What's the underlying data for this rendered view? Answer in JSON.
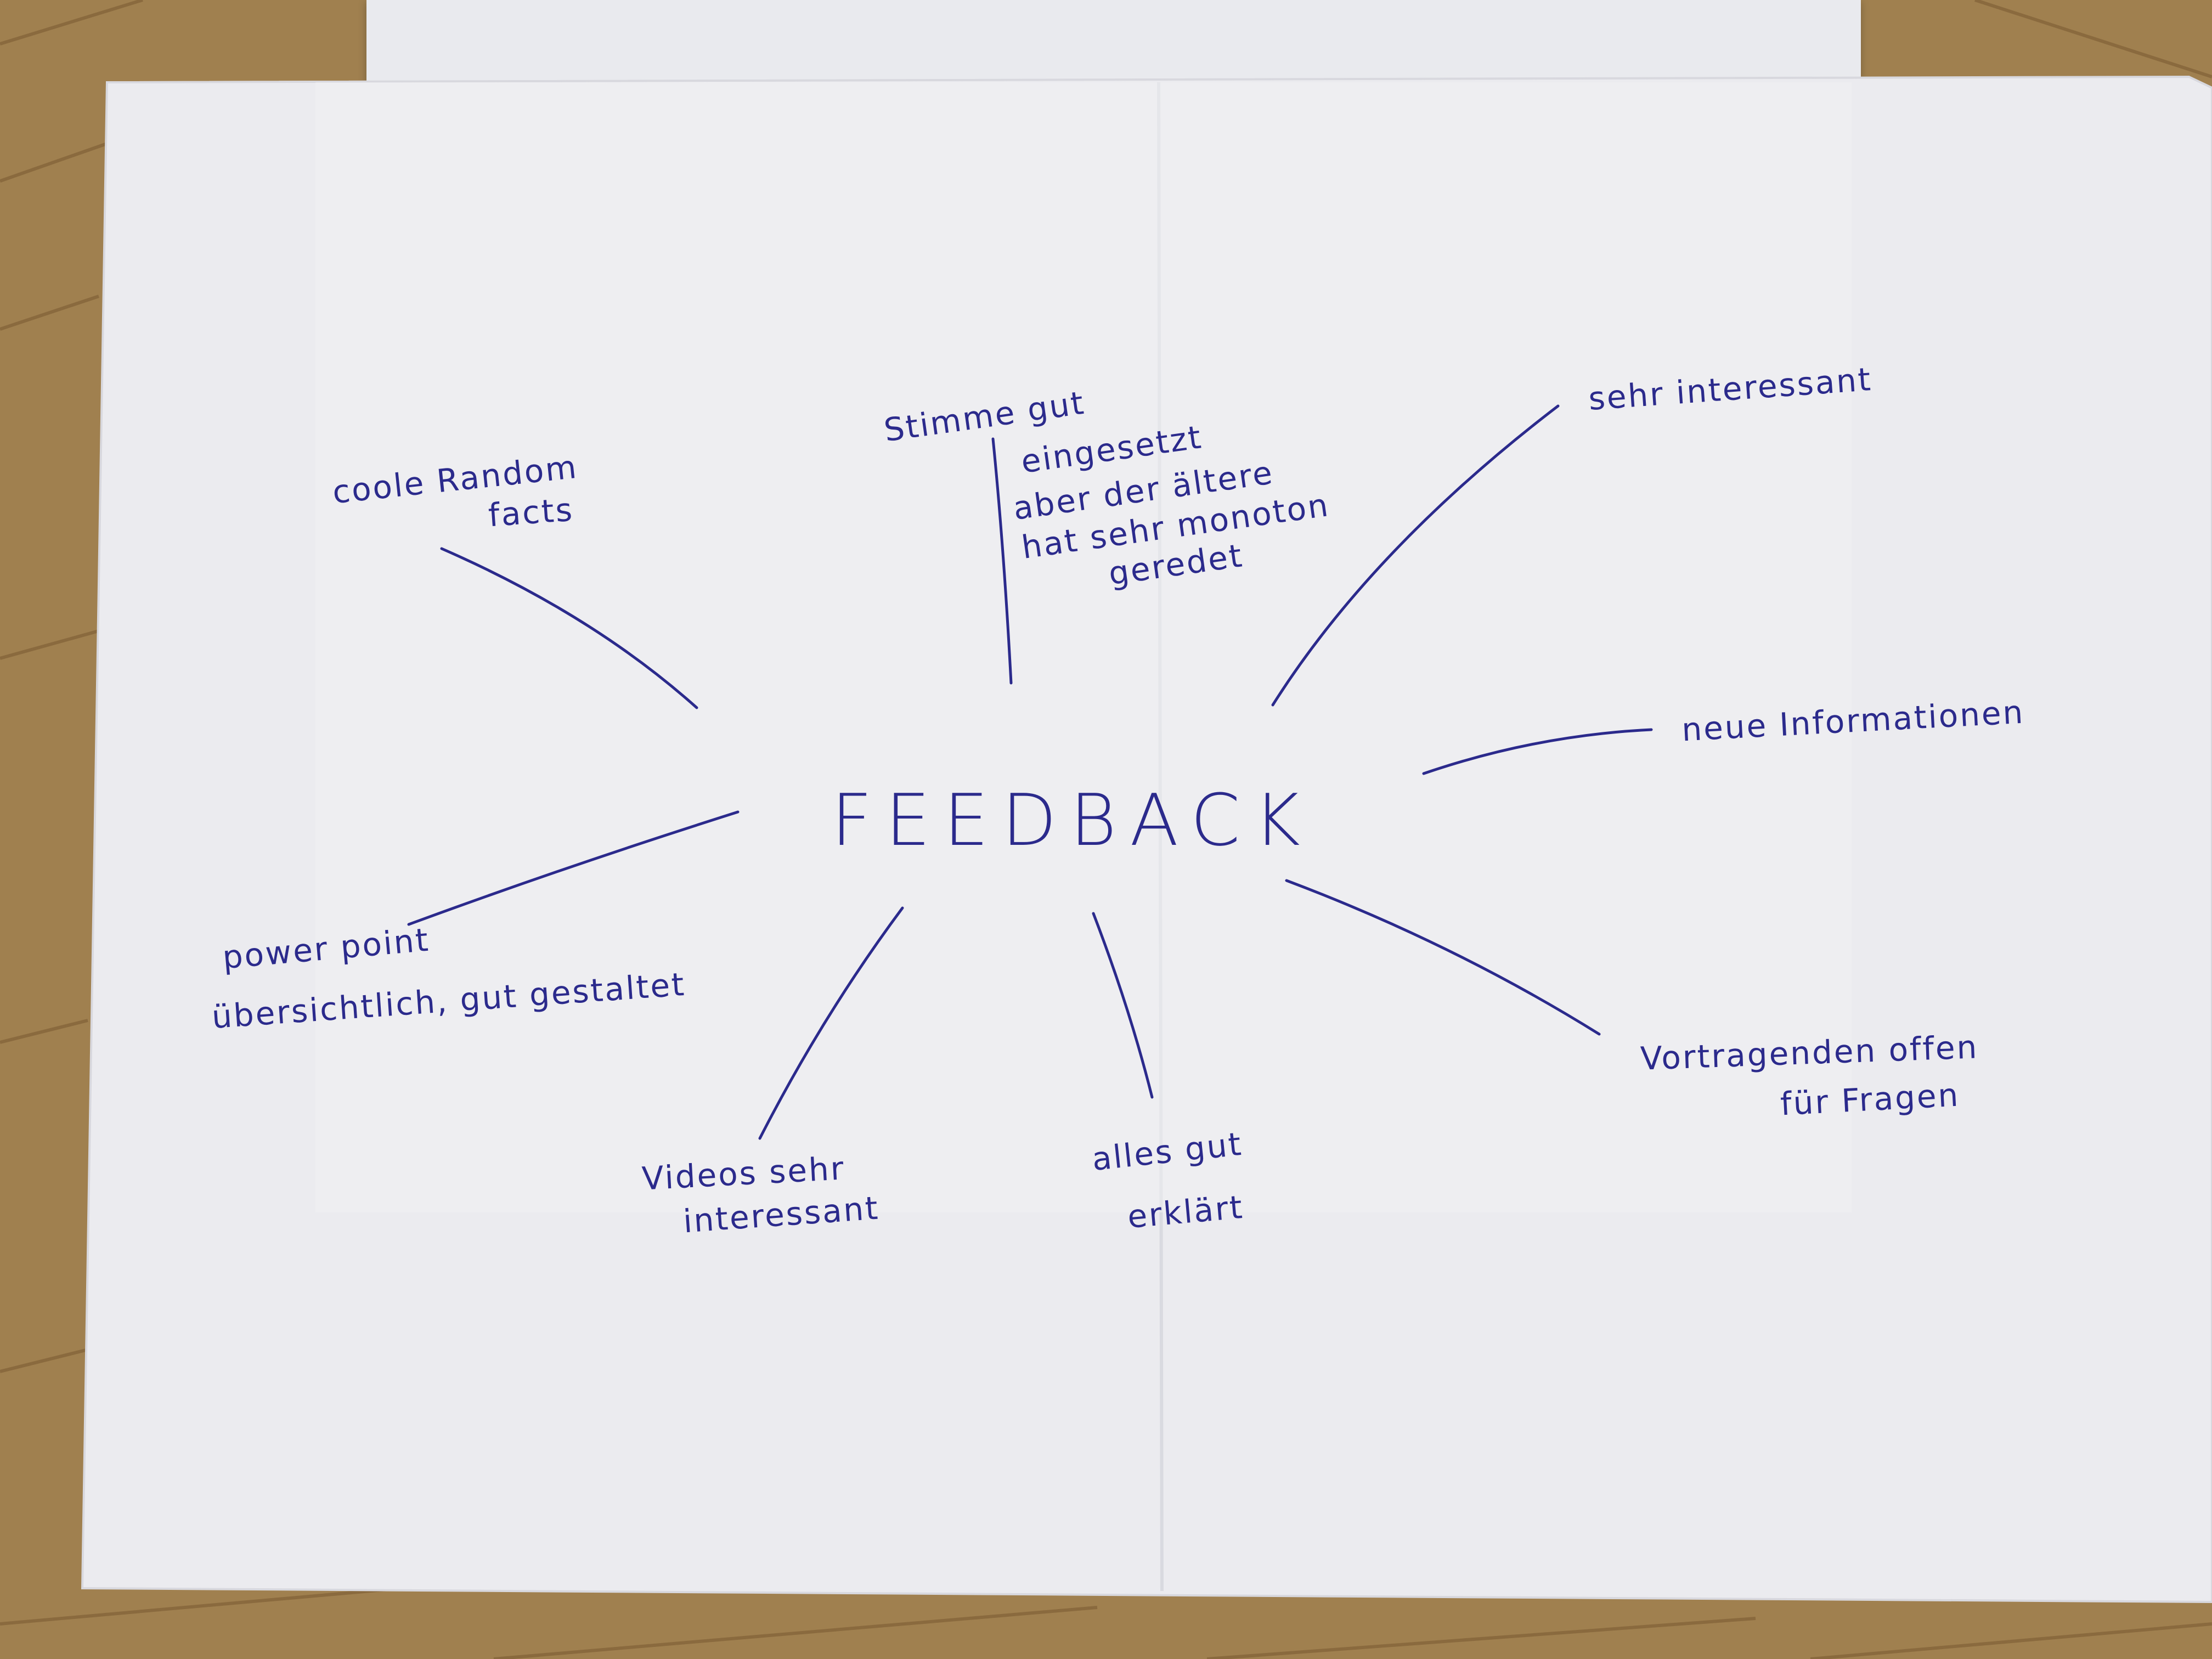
{
  "mindmap": {
    "center": "FEEDBACK",
    "branches": [
      {
        "id": "top-left",
        "lines": [
          "coole Random",
          "facts"
        ]
      },
      {
        "id": "top",
        "lines": [
          "Stimme gut",
          "eingesetzt",
          "aber der ältere",
          "hat sehr monoton",
          "geredet"
        ]
      },
      {
        "id": "top-right",
        "lines": [
          "sehr interessant"
        ]
      },
      {
        "id": "right",
        "lines": [
          "neue Informationen"
        ]
      },
      {
        "id": "bottom-right",
        "lines": [
          "Vortragenden offen",
          "für Fragen"
        ]
      },
      {
        "id": "bottom",
        "lines": [
          "alles gut",
          "erklärt"
        ]
      },
      {
        "id": "bottom-left",
        "lines": [
          "Videos sehr",
          "interessant"
        ]
      },
      {
        "id": "left",
        "lines": [
          "power point",
          "übersichtlich, gut gestaltet"
        ]
      }
    ]
  },
  "colors": {
    "ink": "#2b2a8c",
    "paper": "#ebebef",
    "floor": "#9c7a4f"
  }
}
